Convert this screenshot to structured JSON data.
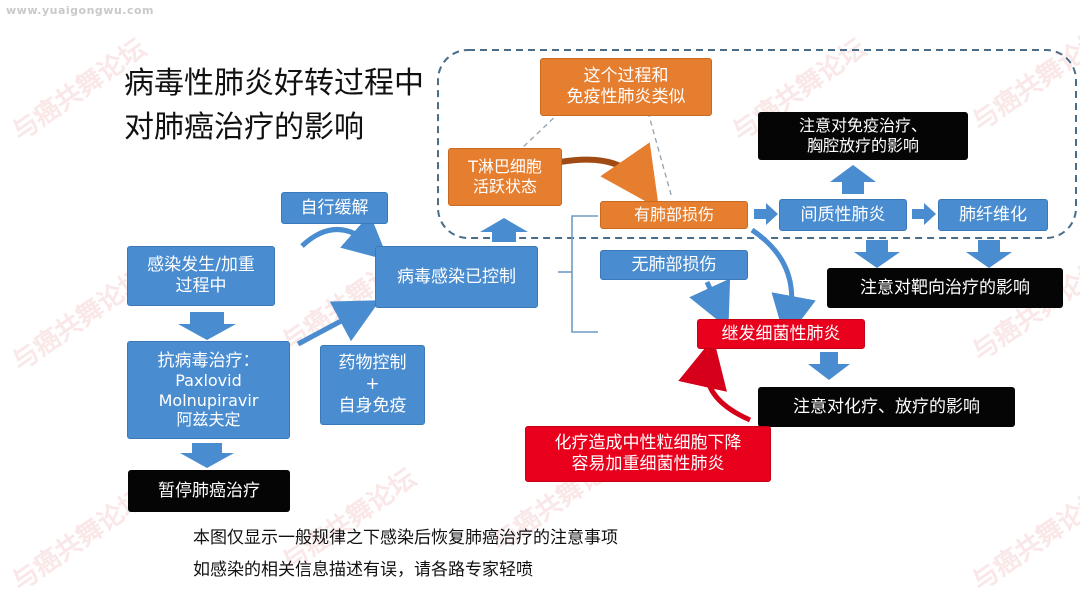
{
  "watermark": {
    "url": "www.yuaigongwu.com",
    "forum": "与癌共舞论坛"
  },
  "title": {
    "line1": "病毒性肺炎好转过程中",
    "line2": "对肺癌治疗的影响"
  },
  "nodes": {
    "infection": "感染发生/加重\n过程中",
    "antiviral_title": "抗病毒治疗：",
    "antiviral_drug1": "Paxlovid",
    "antiviral_drug2": "Molnupiravir",
    "antiviral_drug3": "阿兹夫定",
    "pause": "暂停肺癌治疗",
    "self_relief": "自行缓解",
    "drug_control": "药物控制\n+\n自身免疫",
    "virus_controlled": "病毒感染已控制",
    "tcell": "T淋巴细胞\n活跃状态",
    "similar": "这个过程和\n免疫性肺炎类似",
    "lung_damage": "有肺部损伤",
    "no_lung_damage": "无肺部损伤",
    "interstitial": "间质性肺炎",
    "fibrosis": "肺纤维化",
    "immuno_note": "注意对免疫治疗、\n胸腔放疗的影响",
    "targeted_note": "注意对靶向治疗的影响",
    "bacterial": "继发细菌性肺炎",
    "chemo_note": "注意对化疗、放疗的影响",
    "neutropenia": "化疗造成中性粒细胞下降\n容易加重细菌性肺炎"
  },
  "footer": {
    "line1": "本图仅显示一般规律之下感染后恢复肺癌治疗的注意事项",
    "line2": "如感染的相关信息描述有误，请各路专家轻喷"
  },
  "colors": {
    "blue": "#4a8cd0",
    "orange": "#e67e30",
    "black": "#050505",
    "red": "#e8001c",
    "dashed": "#4a6e8a"
  }
}
